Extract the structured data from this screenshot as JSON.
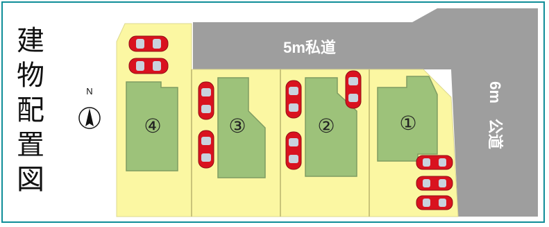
{
  "title": {
    "chars": [
      "建",
      "物",
      "配",
      "置",
      "図"
    ]
  },
  "compass": {
    "label": "N"
  },
  "roads": {
    "private_road": {
      "label": "5m私道"
    },
    "public_road": {
      "label": "6m　公道"
    }
  },
  "lots": [
    {
      "id": "lot-4",
      "label": "④"
    },
    {
      "id": "lot-3",
      "label": "③"
    },
    {
      "id": "lot-2",
      "label": "②"
    },
    {
      "id": "lot-1",
      "label": "①"
    }
  ],
  "colors": {
    "frame": "#0f8d98",
    "lot_fill": "#fbf7a2",
    "building_fill": "#9dc27a",
    "road_fill": "#9e9e9e",
    "car_body": "#d9121f",
    "car_window": "#c9d2de"
  }
}
